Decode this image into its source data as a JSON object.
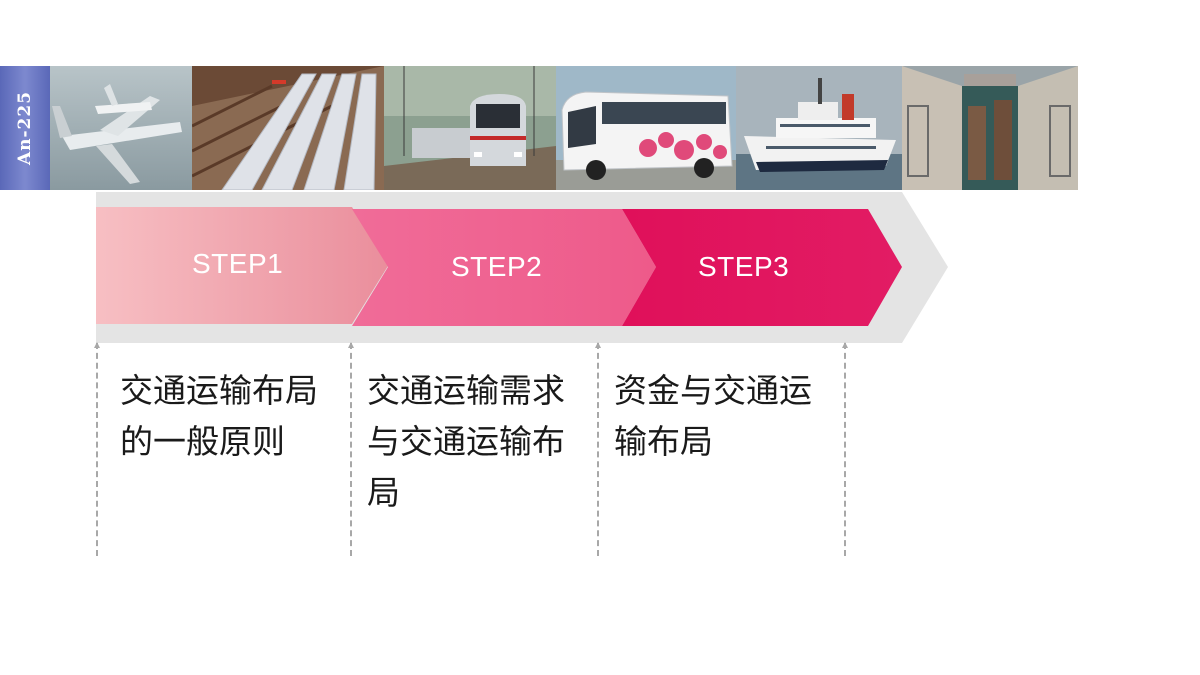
{
  "photo_strip": {
    "label": "An-225",
    "tiles": [
      {
        "name": "airplane-photo"
      },
      {
        "name": "pipeline-photo"
      },
      {
        "name": "train-photo"
      },
      {
        "name": "bus-photo"
      },
      {
        "name": "ship-photo"
      },
      {
        "name": "ship-lock-photo"
      }
    ]
  },
  "steps": [
    {
      "label": "STEP1",
      "description": "交通运输布局的一般原则"
    },
    {
      "label": "STEP2",
      "description": "交通运输需求与交通运输布局"
    },
    {
      "label": "STEP3",
      "description": "资金与交通运输布局"
    }
  ],
  "colors": {
    "step1": "#f2a4ae",
    "step2": "#ef6090",
    "step3": "#e0135e",
    "arrow_bg": "#e4e4e4",
    "divider": "#a8a8a8"
  }
}
